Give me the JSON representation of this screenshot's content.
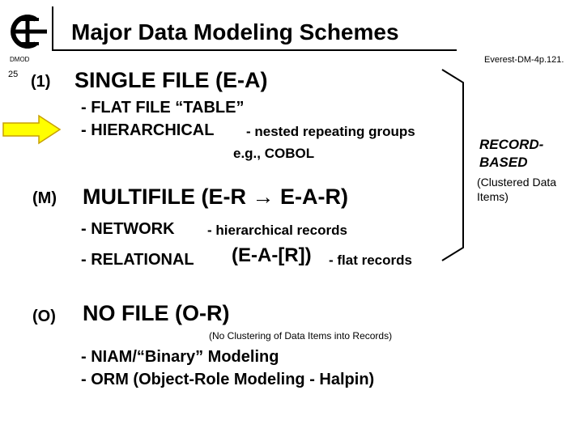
{
  "header": {
    "title": "Major Data Modeling Schemes",
    "tag": "DMOD",
    "page_number": "25",
    "reference": "Everest-DM-4p.121."
  },
  "sections": [
    {
      "marker": "(1)",
      "heading": "SINGLE FILE (E-A)",
      "items": [
        {
          "text": "- FLAT FILE “TABLE”"
        },
        {
          "text": "- HIERARCHICAL",
          "note": "- nested repeating groups"
        },
        {
          "text": "e.g., COBOL"
        }
      ]
    },
    {
      "marker": "(M)",
      "heading": "MULTIFILE (E-R → E-A-R)",
      "items": [
        {
          "text": "- NETWORK",
          "note": "- hierarchical records"
        },
        {
          "text": "- RELATIONAL",
          "mid": "(E-A-[R])",
          "note": "- flat records"
        }
      ]
    },
    {
      "marker": "(O)",
      "heading": "NO FILE (O-R)",
      "subnote": "(No Clustering of Data Items into Records)",
      "items": [
        {
          "text": "- NIAM/“Binary” Modeling"
        },
        {
          "text": "- ORM (Object-Role Modeling - Halpin)"
        }
      ]
    }
  ],
  "side_label": {
    "primary": "RECORD-BASED",
    "secondary": "(Clustered Data Items)"
  },
  "colors": {
    "arrow_fill": "#ffff00",
    "arrow_stroke": "#c8a000"
  }
}
